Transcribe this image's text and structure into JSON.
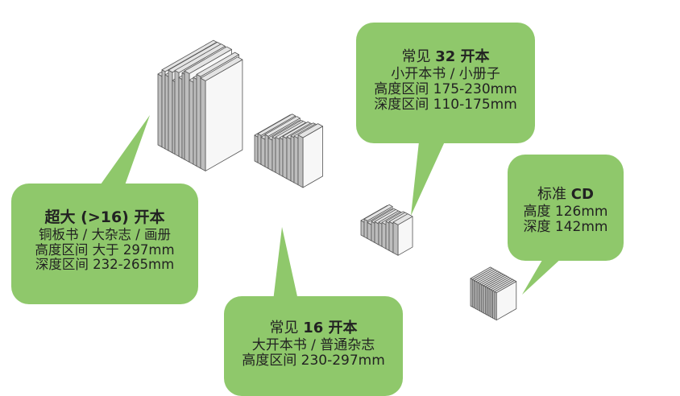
{
  "callouts": {
    "extra_large": {
      "title": "超大 (>16) 开本",
      "lines": [
        "铜板书 / 大杂志 / 画册",
        "高度区间 大于 297mm",
        "深度区间 232-265mm"
      ]
    },
    "sixteen": {
      "title_prefix": "常见 ",
      "title_strong": "16 开本",
      "lines": [
        "大开本书 / 普通杂志",
        "高度区间 230-297mm"
      ]
    },
    "thirty_two": {
      "title_prefix": "常见 ",
      "title_strong": "32 开本",
      "lines": [
        "小开本书 / 小册子",
        "高度区间 175-230mm",
        "深度区间 110-175mm"
      ]
    },
    "cd": {
      "title_prefix": "标准 ",
      "title_strong": "CD",
      "lines": [
        "高度 126mm",
        "深度 142mm"
      ]
    }
  },
  "colors": {
    "bubble": "#8fc86b",
    "book_top": "#e4e4e4",
    "book_front": "#f7f7f7",
    "book_side": "#bdbdbd",
    "outline": "#555555",
    "shadow": "#c9c9c9"
  }
}
